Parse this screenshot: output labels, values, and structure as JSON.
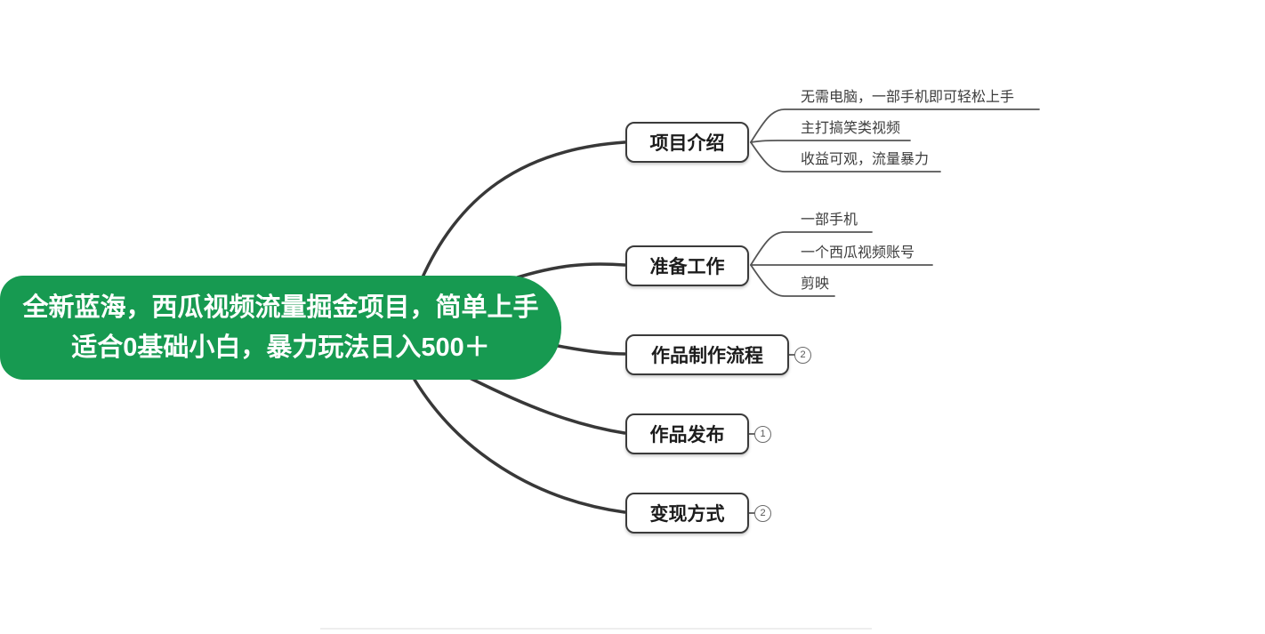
{
  "central": {
    "line1": "全新蓝海，西瓜视频流量掘金项目，简单上手",
    "line2": "适合0基础小白，暴力玩法日入500＋"
  },
  "branches": [
    {
      "label": "项目介绍",
      "children": [
        "无需电脑，一部手机即可轻松上手",
        "主打搞笑类视频",
        "收益可观，流量暴力"
      ]
    },
    {
      "label": "准备工作",
      "children": [
        "一部手机",
        "一个西瓜视频账号",
        "剪映"
      ]
    },
    {
      "label": "作品制作流程",
      "badge": "2"
    },
    {
      "label": "作品发布",
      "badge": "1"
    },
    {
      "label": "变现方式",
      "badge": "2"
    }
  ],
  "colors": {
    "root_green": "#179a51",
    "branch_line": "#383838",
    "sub_line": "#555555",
    "box_border": "#3b3b3b"
  }
}
